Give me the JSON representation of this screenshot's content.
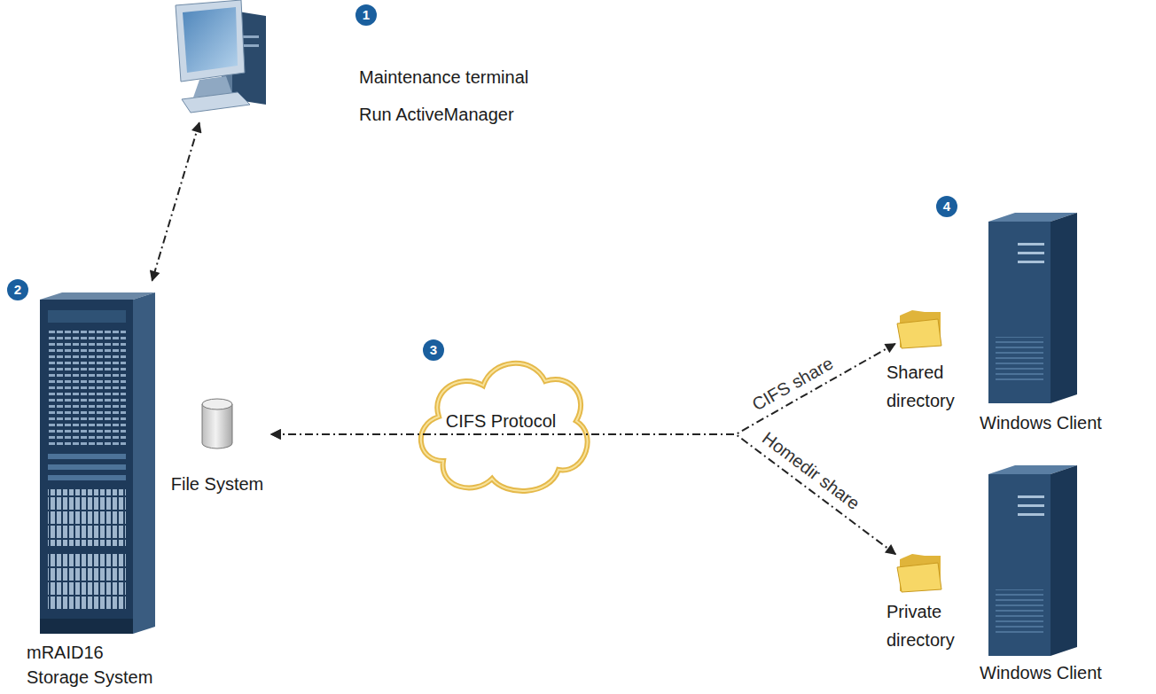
{
  "diagram": {
    "nodes": [
      {
        "text": [
          "Maintenance terminal",
          "Run ActiveManager"
        ]
      },
      {
        "text": [
          "mRAID16",
          "Storage System"
        ]
      },
      {
        "text": [
          "File System"
        ]
      },
      {
        "text": [
          "CIFS Protocol"
        ]
      },
      {
        "text": [
          "Shared directory"
        ]
      },
      {
        "text": [
          "Windows Client"
        ]
      },
      {
        "text": [
          "Private directory"
        ]
      },
      {
        "text": [
          "Windows Client"
        ]
      }
    ],
    "edges": [
      {
        "from": 0,
        "to": 1,
        "arrow": "both"
      },
      {
        "from": 2,
        "to": 4,
        "arrow": "both",
        "label": "CIFS share"
      },
      {
        "from": 2,
        "to": 6,
        "arrow": "both",
        "label": "Homedir share"
      }
    ],
    "labels": [
      "1",
      "2",
      "3",
      "4"
    ]
  }
}
